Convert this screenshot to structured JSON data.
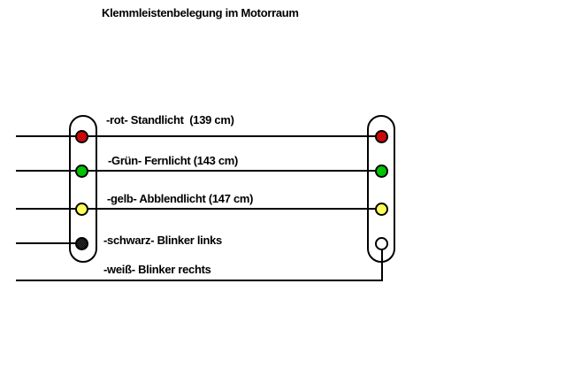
{
  "title": "Klemmleistenbelegung im Motorraum",
  "wires": [
    {
      "label": "-rot- Standlicht  (139 cm)",
      "color_name": "rot",
      "function": "Standlicht",
      "length_cm": 139,
      "color": "#ff0000"
    },
    {
      "label": "-Grün- Fernlicht (143 cm)",
      "color_name": "Grün",
      "function": "Fernlicht",
      "length_cm": 143,
      "color": "#00cc00"
    },
    {
      "label": "-gelb- Abblendlicht (147 cm)",
      "color_name": "gelb",
      "function": "Abblendlicht",
      "length_cm": 147,
      "color": "#ffff00"
    },
    {
      "label": "-schwarz- Blinker links",
      "color_name": "schwarz",
      "function": "Blinker links",
      "color": "#000000"
    },
    {
      "label": "-weiß- Blinker rechts",
      "color_name": "weiß",
      "function": "Blinker rechts",
      "color": "#ffffff"
    }
  ],
  "strips": {
    "left": {
      "terminal_colors": [
        "rot",
        "Grün",
        "gelb",
        "schwarz"
      ]
    },
    "right": {
      "terminal_colors": [
        "rot",
        "Grün",
        "gelb",
        "weiß"
      ]
    }
  }
}
